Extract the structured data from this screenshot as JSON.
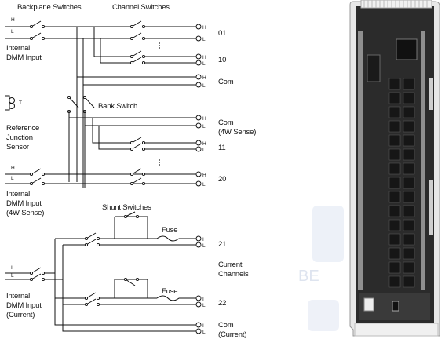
{
  "schematic": {
    "headers": {
      "backplane_switches": "Backplane Switches",
      "channel_switches": "Channel Switches",
      "bank_switch": "Bank Switch",
      "shunt_switches": "Shunt Switches"
    },
    "inputs": {
      "internal_dmm": [
        "Internal",
        "DMM Input"
      ],
      "reference_junction": [
        "Reference",
        "Junction",
        "Sensor"
      ],
      "internal_dmm_4w": [
        "Internal",
        "DMM Input",
        "(4W Sense)"
      ],
      "internal_dmm_current": [
        "Internal",
        "DMM Input",
        "(Current)"
      ],
      "thermistor_symbol": "T"
    },
    "pins": {
      "hi": "H",
      "lo": "L",
      "current": "I"
    },
    "fuse": "Fuse",
    "terminals": [
      {
        "id": "ch01",
        "label": "01"
      },
      {
        "id": "ch10",
        "label": "10"
      },
      {
        "id": "com",
        "label": "Com"
      },
      {
        "id": "com4w",
        "label": "Com",
        "sub": "(4W Sense)"
      },
      {
        "id": "ch11",
        "label": "11"
      },
      {
        "id": "ch20",
        "label": "20"
      },
      {
        "id": "ch21",
        "label": "21"
      },
      {
        "id": "current_channels",
        "label": "Current",
        "sub": "Channels"
      },
      {
        "id": "ch22",
        "label": "22"
      },
      {
        "id": "com_current",
        "label": "Com",
        "sub": "(Current)"
      }
    ]
  },
  "board_photo": {
    "description_icon": "circuit-board-photo",
    "colors": {
      "pcb": "#2a2a2a",
      "relay": "#1a1a1a",
      "frame": "#e6e6e6"
    }
  },
  "watermark": {
    "text_fragment": "BE",
    "color": "#dfe6f3"
  }
}
